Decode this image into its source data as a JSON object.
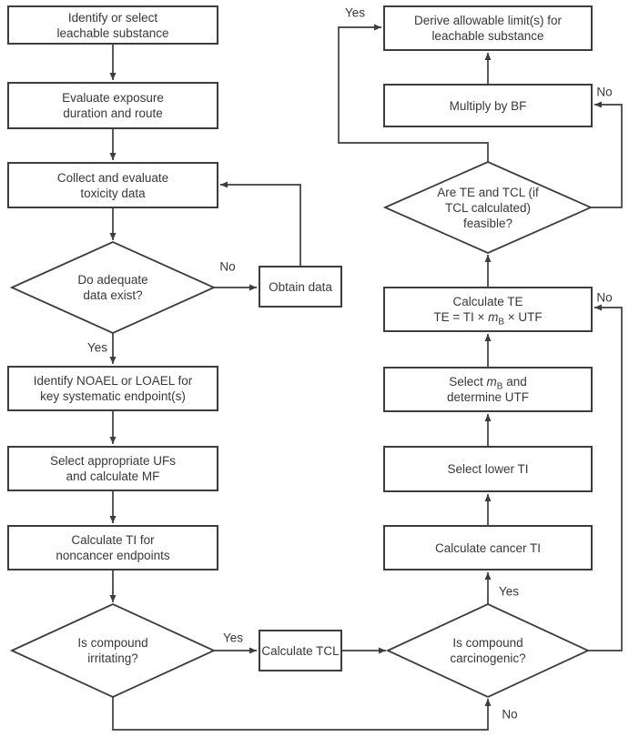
{
  "diagram": {
    "background": "#ffffff",
    "line_color": "#3d3d3d",
    "text_color": "#383838",
    "nodes": {
      "identify_substance": {
        "label": "Identify or select\nleachable substance"
      },
      "evaluate_exposure": {
        "label": "Evaluate exposure\nduration and route"
      },
      "collect_toxicity": {
        "label": "Collect and evaluate\ntoxicity data"
      },
      "adequate_data": {
        "label": "Do adequate\ndata exist?"
      },
      "obtain_data": {
        "label": "Obtain data"
      },
      "identify_noael": {
        "label": "Identify NOAEL or LOAEL for\nkey systematic endpoint(s)"
      },
      "select_ufs": {
        "label": "Select appropriate UFs\nand calculate MF"
      },
      "calculate_ti_noncancer": {
        "label": "Calculate TI for\nnoncancer endpoints"
      },
      "irritating": {
        "label": "Is compound\nirritating?"
      },
      "calculate_tcl": {
        "label": "Calculate TCL"
      },
      "carcinogenic": {
        "label": "Is compound\ncarcinogenic?"
      },
      "calculate_cancer_ti": {
        "label": "Calculate cancer TI"
      },
      "select_lower_ti": {
        "label": "Select lower TI"
      },
      "select_mb": {
        "select_word": "Select ",
        "variable": "m",
        "subscript": "B",
        "and_word": " and",
        "line2": "determine UTF"
      },
      "calculate_te": {
        "line1": "Calculate TE",
        "formula_prefix": "TE = TI × ",
        "variable": "m",
        "subscript": "B",
        "formula_suffix": " × UTF"
      },
      "feasible": {
        "label": "Are TE and TCL (if\nTCL calculated)\nfeasible?"
      },
      "derive_limit": {
        "label": "Derive allowable limit(s) for\nleachable substance"
      },
      "multiply_bf": {
        "label": "Multiply by BF"
      }
    },
    "edge_labels": {
      "adequate_no": "No",
      "adequate_yes": "Yes",
      "irritating_yes": "Yes",
      "irritating_no": "No",
      "carcinogenic_yes": "Yes",
      "carcinogenic_no": "No",
      "feasible_yes": "Yes",
      "feasible_no": "No"
    }
  }
}
